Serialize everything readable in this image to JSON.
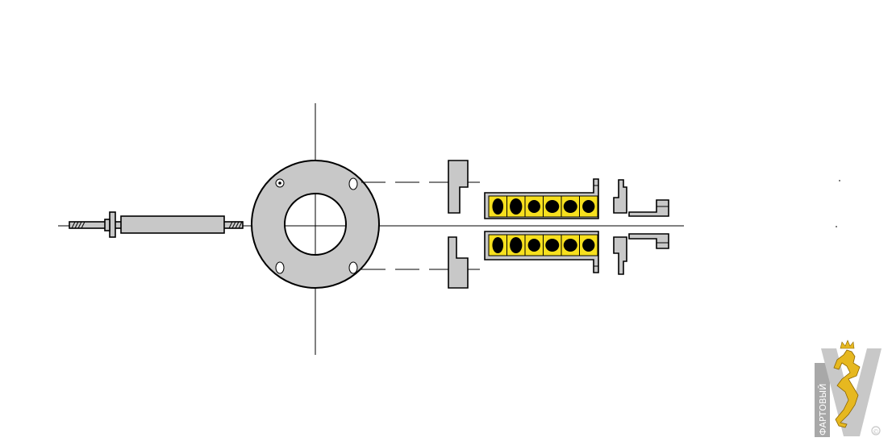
{
  "drawing": {
    "description_free": true,
    "colors": {
      "part_fill": "#c8c8c8",
      "cage_fill": "#f7e01e",
      "line": "#000000",
      "background": "#ffffff"
    },
    "ball_rows": 2,
    "balls_per_row": 6
  },
  "logo": {
    "name": "ФАРТОВЫЙ",
    "copyright": "©",
    "letter": "V",
    "colors": {
      "bar": "#a8a8a8",
      "letter": "#c8c8c8",
      "lizard": "#e6b820"
    }
  }
}
